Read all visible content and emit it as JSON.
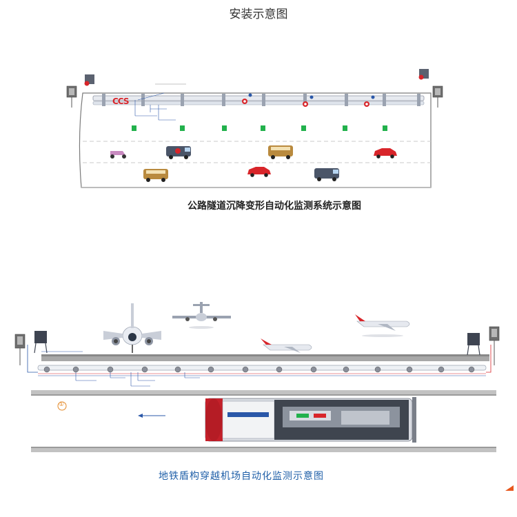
{
  "page": {
    "title": "安装示意图"
  },
  "tunnel_diagram": {
    "caption": "公路隧道沉降变形自动化监测系统示意图",
    "logo_text": "CCS"
  },
  "metro_diagram": {
    "caption": "地铁盾构穿越机场自动化监测示意图",
    "marker": "①"
  },
  "colors": {
    "accent_blue": "#2a57a8",
    "warning_red": "#d8252a",
    "caption_blue": "#1f5fa8",
    "tunnel_gray": "#8e8e8e",
    "green_sign": "#22b14c"
  }
}
